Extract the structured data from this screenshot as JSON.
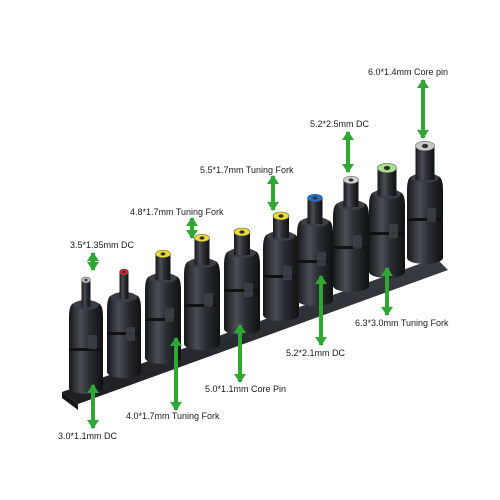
{
  "adapters": [
    {
      "label": "3.0*1.1mm DC",
      "tip_color": "#b9b9b9"
    },
    {
      "label": "3.5*1.35mm DC",
      "tip_color": "#d8262c"
    },
    {
      "label": "4.0*1.7mm Tuning Fork",
      "tip_color": "#f0dc2e"
    },
    {
      "label": "4.8*1.7mm Tuning Fork",
      "tip_color": "#f0dc2e"
    },
    {
      "label": "5.0*1.1mm Core Pin",
      "tip_color": "#f0dc2e"
    },
    {
      "label": "5.5*1.7mm Tuning Fork",
      "tip_color": "#f0dc2e"
    },
    {
      "label": "5.2*2.1mm DC",
      "tip_color": "#1e6fd6"
    },
    {
      "label": "5.2*2.5mm DC",
      "tip_color": "#cfcfcf"
    },
    {
      "label": "6.3*3.0mm Tuning Fork",
      "tip_color": "#a6e38e"
    },
    {
      "label": "6.0*1.4mm Core pin",
      "tip_color": "#c9c9c9"
    }
  ],
  "colors": {
    "arrow": "#2ea832",
    "body": "#2a2d31",
    "tray": "#2b2e33"
  }
}
